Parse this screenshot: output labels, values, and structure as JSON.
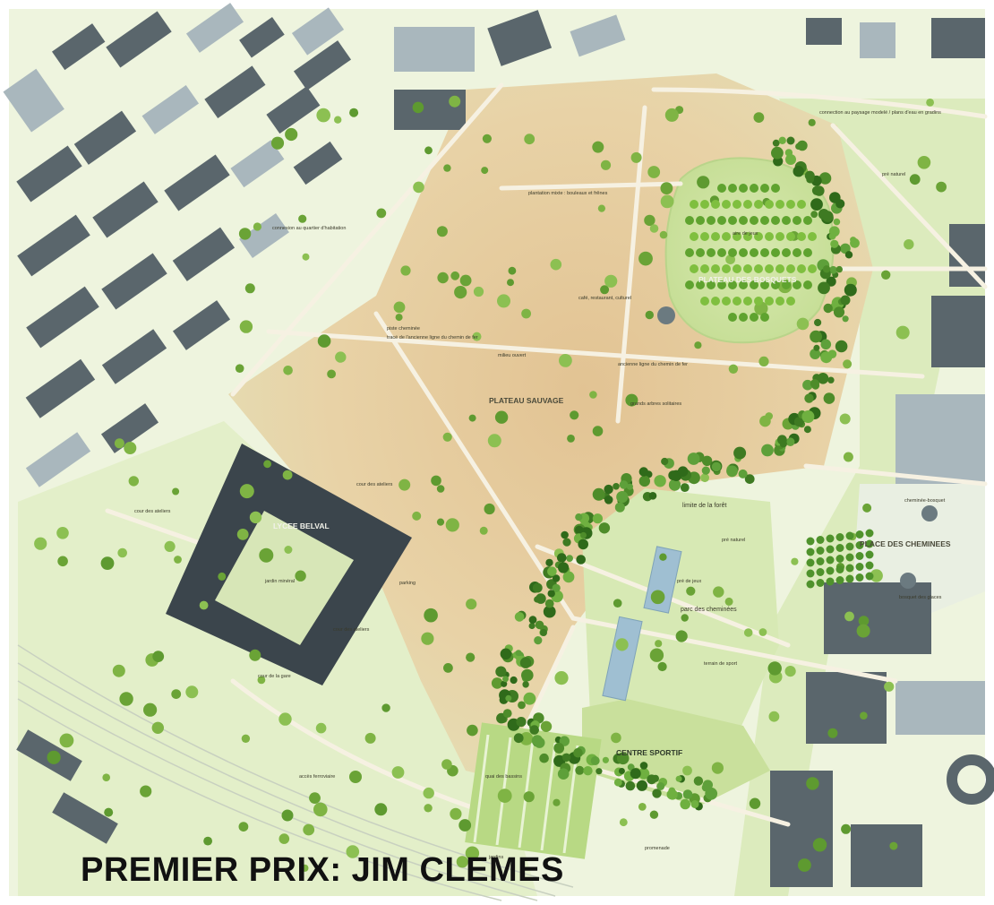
{
  "title": "PREMIER PRIX: JIM CLEMES",
  "colors": {
    "background": "#eef4de",
    "park_ground": "#e5cfa2",
    "meadow": "#d4e8b2",
    "building_dark": "#5a666c",
    "building_light": "#a9b7bd",
    "lycee": "#3b454c",
    "tree_light": "#88b848",
    "tree_dark": "#3e7a22",
    "water": "#9fbfd2",
    "path": "#f6f1e2"
  },
  "map": {
    "labels": [
      {
        "id": "plateau-sauvage",
        "text": "PLATEAU SAUVAGE",
        "kind": "big"
      },
      {
        "id": "plateau-des-bosquets",
        "text": "PLATEAU DES BOSQUETS",
        "kind": "big"
      },
      {
        "id": "lycee-belval",
        "text": "LYCEE BELVAL",
        "kind": "big"
      },
      {
        "id": "place-des-cheminees",
        "text": "PLACE DES CHEMINEES",
        "kind": "big"
      },
      {
        "id": "centre-sportif",
        "text": "CENTRE SPORTIF",
        "kind": "big"
      },
      {
        "id": "parc-des-cheminees",
        "text": "parc des cheminées",
        "kind": "medium"
      },
      {
        "id": "limite-de-la-foret",
        "text": "limite de la forêt",
        "kind": "medium"
      },
      {
        "id": "connexion-paysage",
        "text": "connection au paysage modelé / plans d'eau en gradins",
        "kind": "small"
      },
      {
        "id": "pre-naturel-1",
        "text": "pré naturel",
        "kind": "small"
      },
      {
        "id": "pre-naturel-2",
        "text": "pré naturel",
        "kind": "small"
      },
      {
        "id": "plantation-mixte",
        "text": "plantation mixte : bouleaux et frênes",
        "kind": "small"
      },
      {
        "id": "aire-de-jeux",
        "text": "aire de jeux",
        "kind": "small"
      },
      {
        "id": "cafe-restaurant",
        "text": "café, restaurant, culturel",
        "kind": "small"
      },
      {
        "id": "connexion-quartier",
        "text": "connexion au quartier d'habitation",
        "kind": "small"
      },
      {
        "id": "piste-cheminee",
        "text": "piste cheminée",
        "kind": "small"
      },
      {
        "id": "ancienne-ligne-1",
        "text": "tracé de l'ancienne ligne du chemin de fer",
        "kind": "small"
      },
      {
        "id": "milieu-ouvert",
        "text": "milieu ouvert",
        "kind": "small"
      },
      {
        "id": "ancienne-ligne-2",
        "text": "ancienne ligne du chemin de fer",
        "kind": "small"
      },
      {
        "id": "grands-arbres",
        "text": "grands arbres solitaires",
        "kind": "small"
      },
      {
        "id": "cour-des-ateliers-1",
        "text": "cour des ateliers",
        "kind": "small"
      },
      {
        "id": "cour-des-ateliers-2",
        "text": "cour des ateliers",
        "kind": "small"
      },
      {
        "id": "cour-des-ateliers-3",
        "text": "cour des ateliers",
        "kind": "small"
      },
      {
        "id": "jardin-mineral",
        "text": "jardin minéral",
        "kind": "small"
      },
      {
        "id": "pre-de-jeux",
        "text": "pré de jeux",
        "kind": "small"
      },
      {
        "id": "terrain-de-sport",
        "text": "terrain de sport",
        "kind": "small"
      },
      {
        "id": "cheminee-bosquet",
        "text": "cheminée-bosquet",
        "kind": "small"
      },
      {
        "id": "bosquet-des-glaces",
        "text": "bosquet des glaces",
        "kind": "small"
      },
      {
        "id": "promenade-sud",
        "text": "promenade",
        "kind": "small"
      },
      {
        "id": "parking",
        "text": "parking",
        "kind": "small"
      },
      {
        "id": "accès-ferroviaire",
        "text": "accès ferroviaire",
        "kind": "small"
      },
      {
        "id": "cour-de-la-gare",
        "text": "cour de la gare",
        "kind": "small"
      },
      {
        "id": "quai-des-bassins",
        "text": "quai des bassins",
        "kind": "small"
      },
      {
        "id": "jardin-potager",
        "text": "jardins",
        "kind": "small"
      }
    ]
  }
}
